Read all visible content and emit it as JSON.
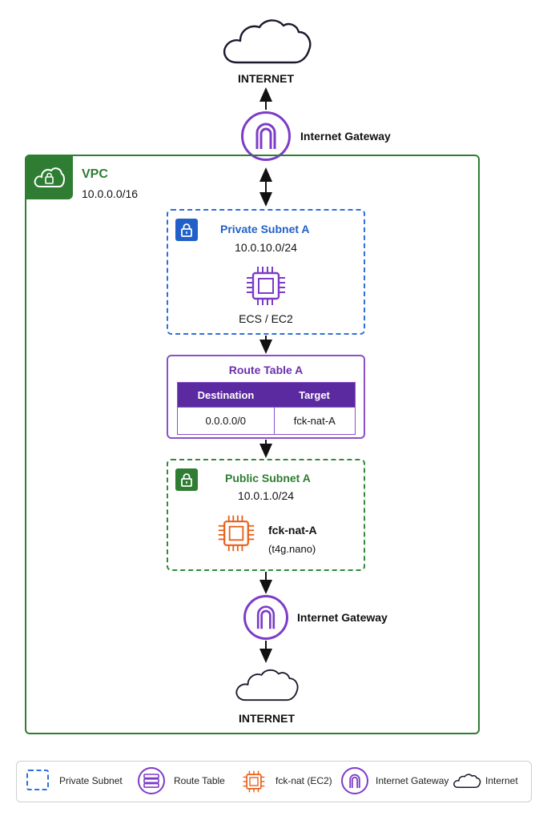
{
  "top": {
    "internet_label": "INTERNET",
    "gateway_label": "Internet Gateway"
  },
  "vpc": {
    "title": "VPC",
    "cidr": "10.0.0.0/16"
  },
  "private_subnet": {
    "title": "Private Subnet A",
    "cidr": "10.0.10.0/24",
    "resource_label": "ECS / EC2"
  },
  "route_table": {
    "title": "Route Table A",
    "columns": [
      "Destination",
      "Target"
    ],
    "rows": [
      [
        "0.0.0.0/0",
        "fck-nat-A"
      ]
    ]
  },
  "public_subnet": {
    "title": "Public Subnet A",
    "cidr": "10.0.1.0/24",
    "instance_name": "fck-nat-A",
    "instance_type": "(t4g.nano)"
  },
  "bottom": {
    "gateway_label": "Internet Gateway",
    "internet_label": "INTERNET"
  },
  "legend": {
    "items": [
      {
        "label": "Private Subnet",
        "icon": "dashed-square"
      },
      {
        "label": "Route Table",
        "icon": "route-table-icon"
      },
      {
        "label": "fck-nat (EC2)",
        "icon": "chip-icon"
      },
      {
        "label": "Internet Gateway",
        "icon": "gateway-icon"
      },
      {
        "label": "Internet",
        "icon": "cloud-icon"
      }
    ]
  },
  "colors": {
    "vpc_green": "#2e7d32",
    "private_blue": "#2e6fe0",
    "public_green": "#2e8b3a",
    "route_purple": "#8a50c8",
    "header_purple": "#5b2aa0",
    "gateway_purple": "#7d3cc8",
    "nat_orange": "#e8601c"
  }
}
